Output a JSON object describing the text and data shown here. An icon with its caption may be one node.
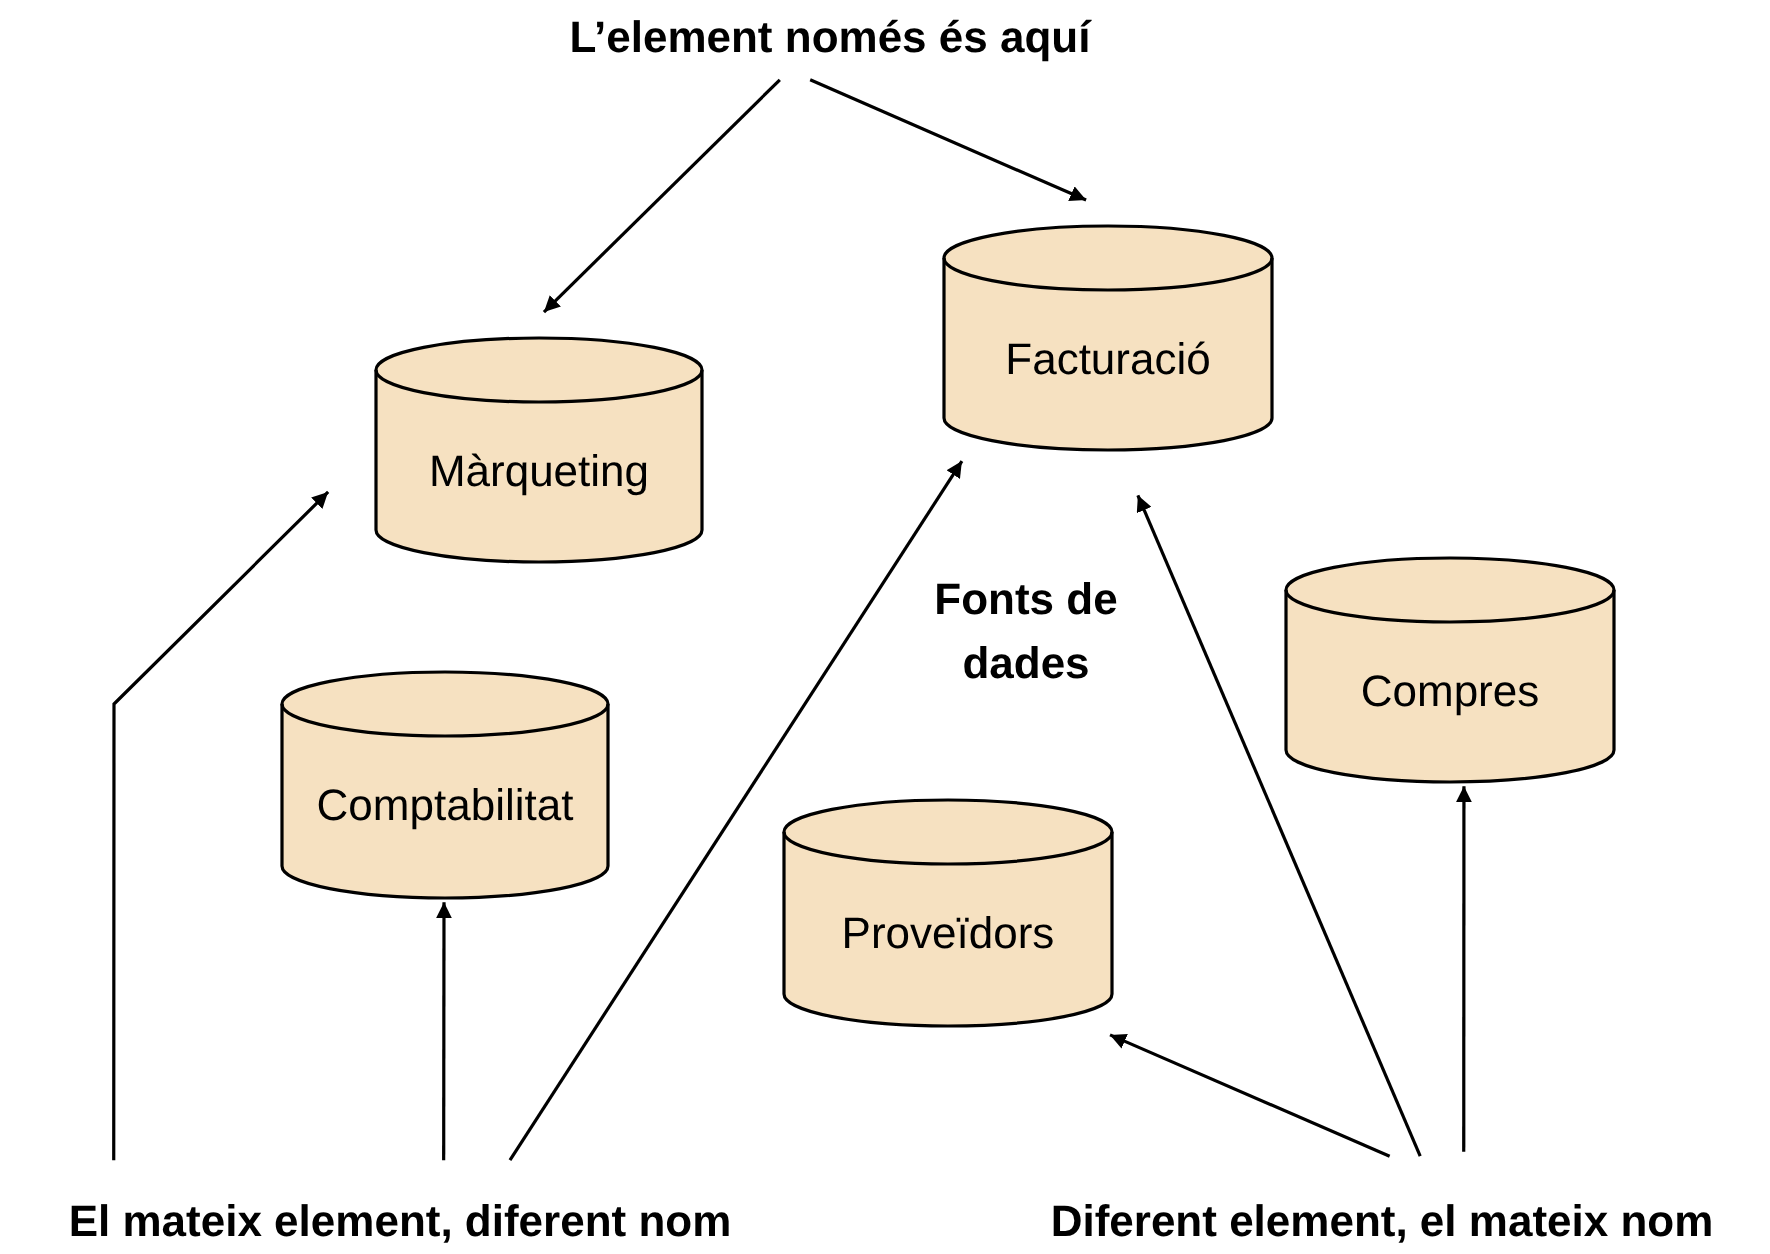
{
  "diagram": {
    "nodes": [
      {
        "text": [
          "L’element només és aquí"
        ]
      },
      {
        "text": [
          "Màrqueting"
        ]
      },
      {
        "text": [
          "Facturació"
        ]
      },
      {
        "text": [
          "Comptabilitat"
        ]
      },
      {
        "text": [
          "Compres"
        ]
      },
      {
        "text": [
          "Proveïdors"
        ]
      },
      {
        "text": [
          "El mateix element, diferent nom"
        ]
      },
      {
        "text": [
          "Diferent element, el mateix nom"
        ]
      }
    ],
    "edges": [
      {
        "from": 0,
        "to": 1,
        "arrow": "to"
      },
      {
        "from": 0,
        "to": 2,
        "arrow": "to"
      },
      {
        "from": 6,
        "to": 1,
        "arrow": "to"
      },
      {
        "from": 6,
        "to": 3,
        "arrow": "to"
      },
      {
        "from": 6,
        "to": 2,
        "arrow": "to"
      },
      {
        "from": 7,
        "to": 5,
        "arrow": "to"
      },
      {
        "from": 7,
        "to": 2,
        "arrow": "to"
      },
      {
        "from": 7,
        "to": 4,
        "arrow": "to"
      }
    ],
    "labels": [
      "Fonts de dades"
    ]
  }
}
